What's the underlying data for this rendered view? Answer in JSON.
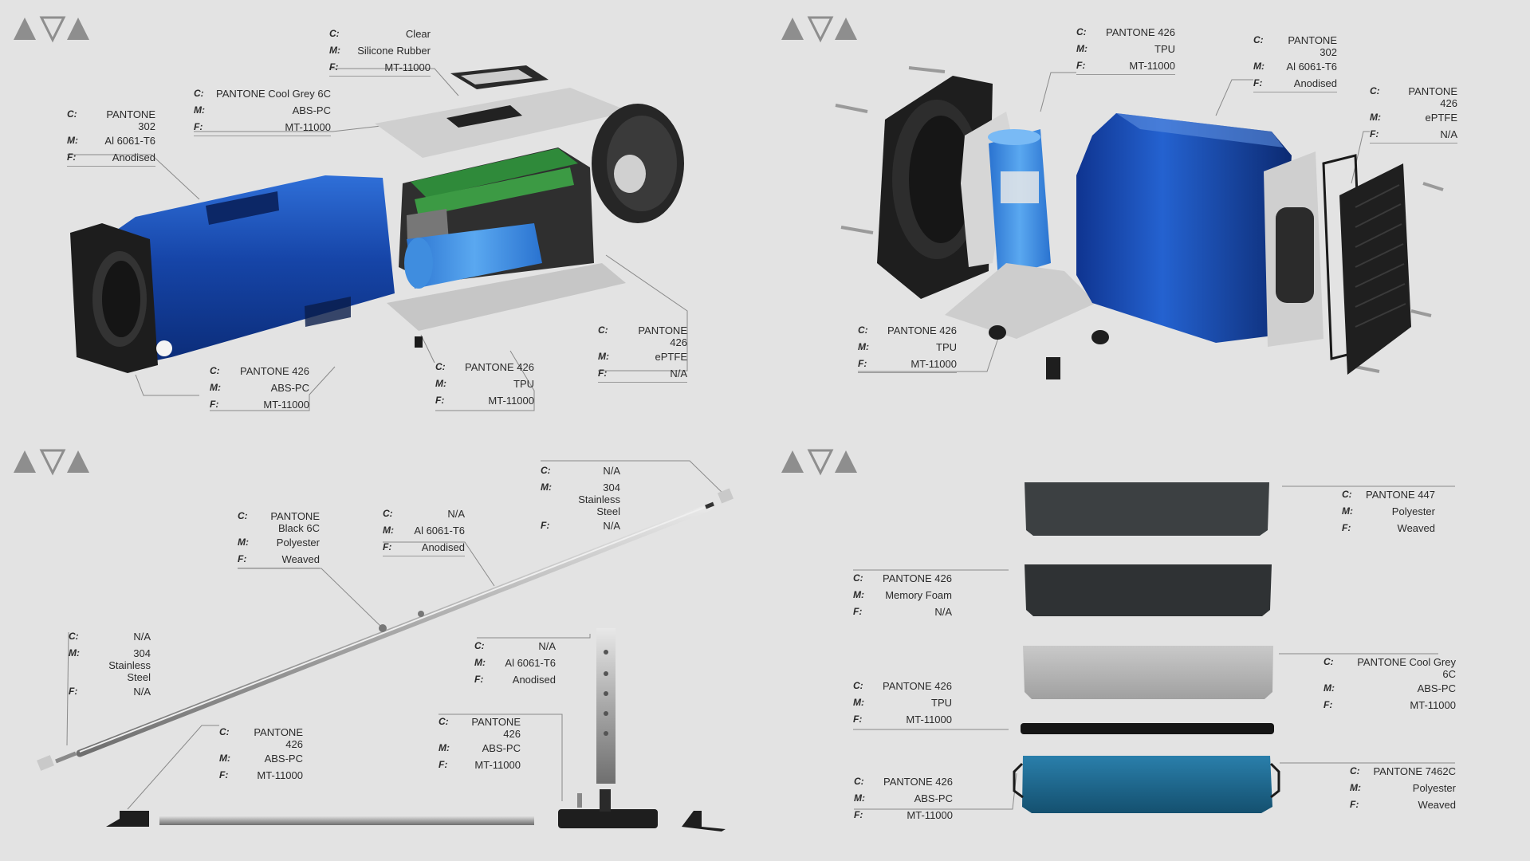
{
  "colors": {
    "background": "#e3e3e3",
    "blue_anodised": "#1a4fb5",
    "tpu_blue": "#3a8ee8",
    "dark_part": "#242424",
    "steel": "#b8b8b8",
    "pcb": "#2f8a3a",
    "line": "#8a8a8a",
    "text": "#2b2b2b",
    "teal_fabric": "#1d6d95"
  },
  "icons": [
    "triangle-up-icon",
    "triangle-down-icon",
    "triangle-up-icon"
  ],
  "keys": {
    "c": "C:",
    "m": "M:",
    "f": "F:"
  },
  "callouts": [
    {
      "c": "Clear",
      "m": "Silicone Rubber",
      "f": "MT-11000"
    },
    {
      "c": "PANTONE Cool Grey 6C",
      "m": "ABS-PC",
      "f": "MT-11000"
    },
    {
      "c": "PANTONE 302",
      "m": "Al 6061-T6",
      "f": "Anodised"
    },
    {
      "c": "PANTONE 426",
      "m": "ePTFE",
      "f": "N/A"
    },
    {
      "c": "PANTONE 426",
      "m": "ABS-PC",
      "f": "MT-11000"
    },
    {
      "c": "PANTONE 426",
      "m": "TPU",
      "f": "MT-11000"
    },
    {
      "c": "PANTONE 426",
      "m": "TPU",
      "f": "MT-11000"
    },
    {
      "c": "PANTONE 302",
      "m": "Al 6061-T6",
      "f": "Anodised"
    },
    {
      "c": "PANTONE 426",
      "m": "ePTFE",
      "f": "N/A"
    },
    {
      "c": "PANTONE 426",
      "m": "TPU",
      "f": "MT-11000"
    },
    {
      "c": "N/A",
      "m": "304 Stainless\nSteel",
      "f": "N/A"
    },
    {
      "c": "PANTONE\nBlack 6C",
      "m": "Polyester",
      "f": "Weaved"
    },
    {
      "c": "N/A",
      "m": "Al 6061-T6",
      "f": "Anodised"
    },
    {
      "c": "N/A",
      "m": "304 Stainless\nSteel",
      "f": "N/A"
    },
    {
      "c": "N/A",
      "m": "Al 6061-T6",
      "f": "Anodised"
    },
    {
      "c": "PANTONE\n426",
      "m": "ABS-PC",
      "f": "MT-11000"
    },
    {
      "c": "PANTONE\n426",
      "m": "ABS-PC",
      "f": "MT-11000"
    },
    {
      "c": "PANTONE 447",
      "m": "Polyester",
      "f": "Weaved"
    },
    {
      "c": "PANTONE 426",
      "m": "Memory Foam",
      "f": "N/A"
    },
    {
      "c": "PANTONE Cool Grey 6C",
      "m": "ABS-PC",
      "f": "MT-11000"
    },
    {
      "c": "PANTONE 426",
      "m": "TPU",
      "f": "MT-11000"
    },
    {
      "c": "PANTONE 426",
      "m": "ABS-PC",
      "f": "MT-11000"
    },
    {
      "c": "PANTONE 7462C",
      "m": "Polyester",
      "f": "Weaved"
    }
  ]
}
